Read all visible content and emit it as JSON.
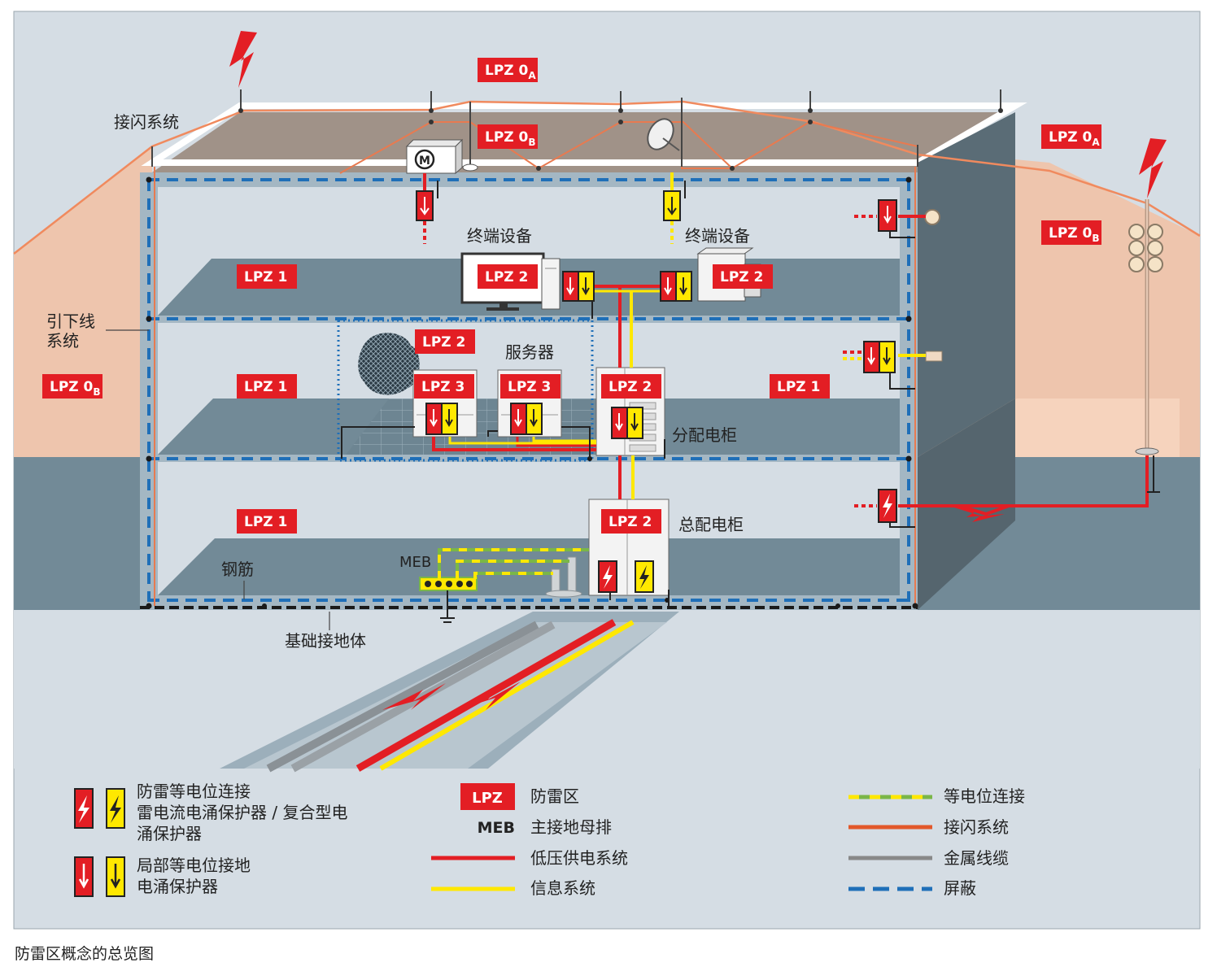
{
  "caption": "防雷区概念的总览图",
  "colors": {
    "panel_bg": "#d5dde4",
    "earth": "#728a97",
    "peach": "#eec5ad",
    "roof": "#a09288",
    "wall_side": "#5a6c76",
    "floor": "#728a97",
    "room": "#d5dde4",
    "frame": "#a4b7c3",
    "lpz_red": "#e31e24",
    "power_red": "#e31e24",
    "info_yellow": "#ffe800",
    "lightning_orange": "#f08a5e",
    "shield_blue": "#1f6fb8",
    "metal_gray": "#8a9196",
    "equip_green": "#7ab648",
    "legend_orange": "#e2582a",
    "legend_gray": "#888888"
  },
  "zone_labels": [
    {
      "main": "LPZ 0",
      "sub": "A"
    },
    {
      "main": "LPZ 0",
      "sub": "B"
    },
    {
      "main": "LPZ 0",
      "sub": "A"
    },
    {
      "main": "LPZ 0",
      "sub": "B"
    },
    {
      "main": "LPZ 0",
      "sub": "B"
    },
    {
      "main": "LPZ 1",
      "sub": ""
    },
    {
      "main": "LPZ 1",
      "sub": ""
    },
    {
      "main": "LPZ 1",
      "sub": ""
    },
    {
      "main": "LPZ 1",
      "sub": ""
    },
    {
      "main": "LPZ 2",
      "sub": ""
    },
    {
      "main": "LPZ 2",
      "sub": ""
    },
    {
      "main": "LPZ 2",
      "sub": ""
    },
    {
      "main": "LPZ 2",
      "sub": ""
    },
    {
      "main": "LPZ 2",
      "sub": ""
    },
    {
      "main": "LPZ 3",
      "sub": ""
    },
    {
      "main": "LPZ 3",
      "sub": ""
    }
  ],
  "labels": {
    "air_termination": "接闪系统",
    "down_conductor_1": "引下线",
    "down_conductor_2": "系统",
    "terminal_1": "终端设备",
    "terminal_2": "终端设备",
    "server": "服务器",
    "sub_distribution": "分配电柜",
    "main_distribution": "总配电柜",
    "meb": "MEB",
    "rebar": "钢筋",
    "foundation_earth": "基础接地体",
    "motor": "M"
  },
  "legend": {
    "lightning_spd_line1": "防雷等电位连接",
    "lightning_spd_line2": "雷电流电涌保护器 / 复合型电",
    "lightning_spd_line3": "涌保护器",
    "local_spd_line1": "局部等电位接地",
    "local_spd_line2": "电涌保护器",
    "lpz_symbol": "LPZ",
    "lpz_text": "防雷区",
    "meb_symbol": "MEB",
    "meb_text": "主接地母排",
    "power_text": "低压供电系统",
    "info_text": "信息系统",
    "bonding_text": "等电位连接",
    "air_text": "接闪系统",
    "metal_text": "金属线缆",
    "shield_text": "屏蔽"
  }
}
